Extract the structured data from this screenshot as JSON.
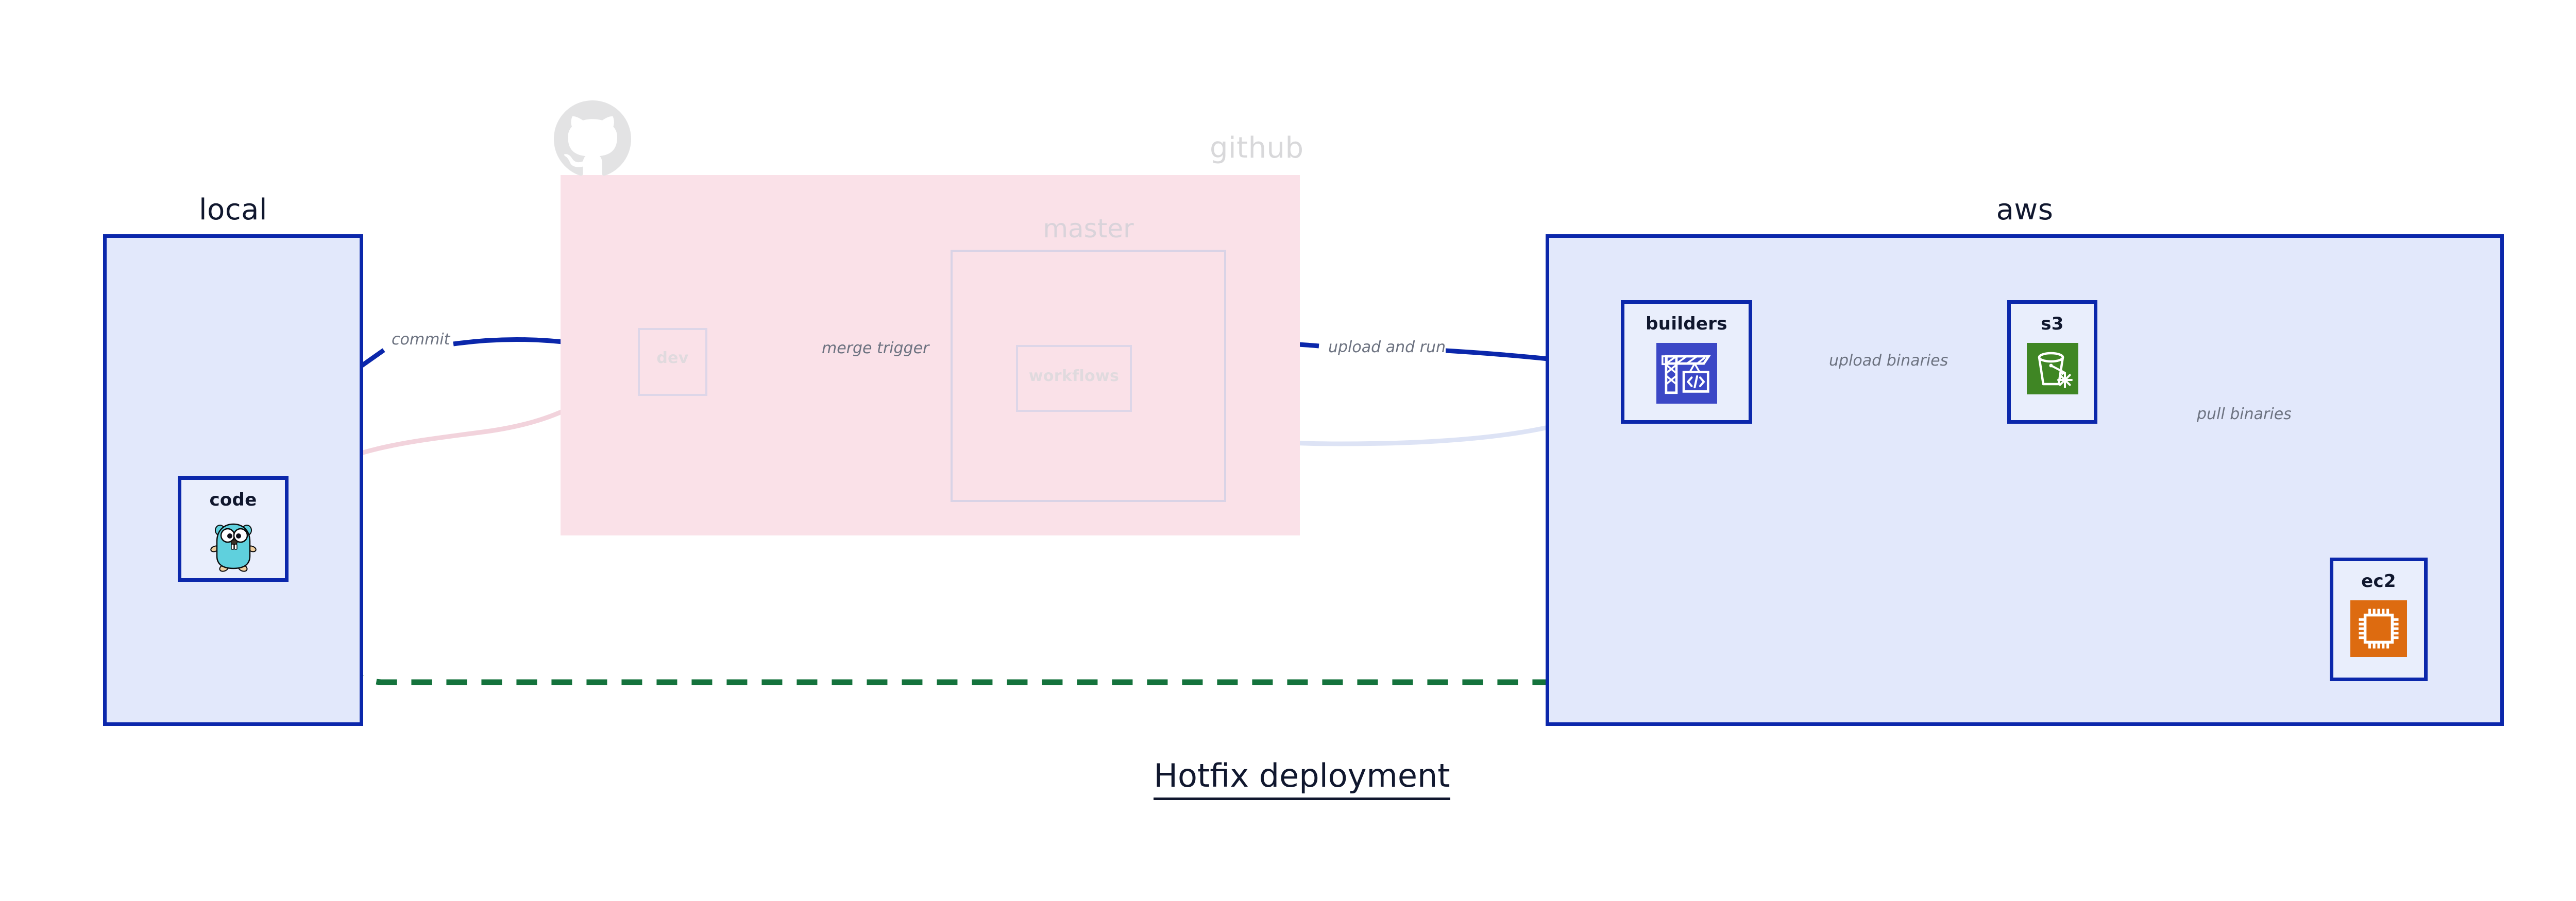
{
  "diagram": {
    "title": "Hotfix deployment",
    "type": "architecture-flow"
  },
  "groups": [
    {
      "id": "local",
      "label": "local",
      "state": "active",
      "fill": "#e2e8fb",
      "stroke": "#0b27ab"
    },
    {
      "id": "github",
      "label": "github",
      "state": "faded",
      "fill": "#fae1e8",
      "stroke": "#fae1e8"
    },
    {
      "id": "aws",
      "label": "aws",
      "state": "active",
      "fill": "#e2e8fb",
      "stroke": "#0b27ab"
    }
  ],
  "subgroups": [
    {
      "id": "master",
      "label": "master",
      "parent": "github",
      "state": "faded",
      "stroke": "#d9d3e6"
    }
  ],
  "nodes": [
    {
      "id": "code",
      "label": "code",
      "group": "local",
      "icon": "go-gopher-icon",
      "state": "active"
    },
    {
      "id": "dev",
      "label": "dev",
      "group": "github",
      "icon": "none",
      "state": "faded"
    },
    {
      "id": "workflows",
      "label": "workflows",
      "group": "master",
      "icon": "none",
      "state": "faded"
    },
    {
      "id": "builders",
      "label": "builders",
      "group": "aws",
      "icon": "crane-code-icon",
      "state": "active",
      "icon_color": "#3b47c6"
    },
    {
      "id": "s3",
      "label": "s3",
      "group": "aws",
      "icon": "s3-bucket-icon",
      "state": "active",
      "icon_color": "#3f8624"
    },
    {
      "id": "ec2",
      "label": "ec2",
      "group": "aws",
      "icon": "cpu-chip-icon",
      "state": "active",
      "icon_color": "#dd6b10"
    }
  ],
  "edges": [
    {
      "id": "commit",
      "from": "code",
      "to": "dev",
      "label": "commit",
      "style": "solid",
      "color": "#0b27ab",
      "state": "active"
    },
    {
      "id": "merge-trigger",
      "from": "dev",
      "to": "workflows",
      "label": "merge trigger",
      "style": "solid",
      "color": "#0b27ab",
      "state": "active"
    },
    {
      "id": "upload-and-run",
      "from": "workflows",
      "to": "builders",
      "label": "upload and run",
      "style": "solid",
      "color": "#0b27ab",
      "state": "active"
    },
    {
      "id": "upload-binaries",
      "from": "builders",
      "to": "s3",
      "label": "upload binaries",
      "style": "solid",
      "color": "#0b27ab",
      "state": "active"
    },
    {
      "id": "pull-binaries",
      "from": "s3",
      "to": "ec2",
      "label": "pull binaries",
      "style": "solid",
      "color": "#0b27ab",
      "state": "active"
    },
    {
      "id": "hotfix-direct",
      "from": "code",
      "to": "ec2",
      "label": "",
      "style": "dashed",
      "color": "#14733c",
      "state": "active"
    },
    {
      "id": "faded-code-dev",
      "from": "code",
      "to": "dev",
      "label": "",
      "style": "solid",
      "color": "#f2d3dc",
      "state": "faded"
    },
    {
      "id": "faded-dev-workflows",
      "from": "dev",
      "to": "workflows",
      "label": "",
      "style": "solid",
      "color": "#ddd6e8",
      "state": "faded"
    },
    {
      "id": "faded-wf-builders",
      "from": "workflows",
      "to": "builders",
      "label": "",
      "style": "solid",
      "color": "#dde3f5",
      "state": "faded"
    }
  ],
  "colors": {
    "primary_blue": "#0b27ab",
    "group_blue_fill": "#e2e8fb",
    "node_blue_fill": "#e9eefc",
    "github_pink_fill": "#fae1e8",
    "green_dashed": "#14733c",
    "label_grey": "#6c7280",
    "faded_grey": "#d8d8da",
    "text_dark": "#10172e"
  }
}
